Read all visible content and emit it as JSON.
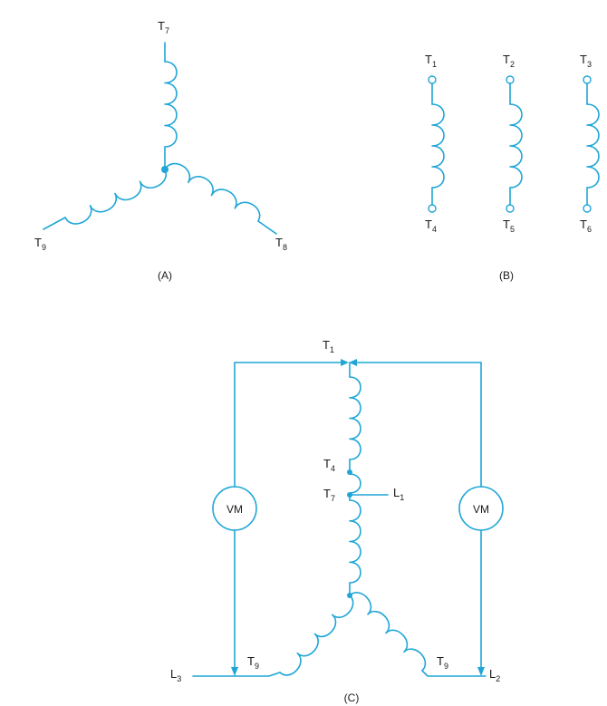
{
  "colors": {
    "wire": "#1fa6d6",
    "text": "#1a1a1a",
    "background": "#ffffff"
  },
  "diagram_a": {
    "caption": "(A)",
    "t7": {
      "main": "T",
      "sub": "7"
    },
    "t8": {
      "main": "T",
      "sub": "8"
    },
    "t9": {
      "main": "T",
      "sub": "9"
    }
  },
  "diagram_b": {
    "caption": "(B)",
    "t1": {
      "main": "T",
      "sub": "1"
    },
    "t2": {
      "main": "T",
      "sub": "2"
    },
    "t3": {
      "main": "T",
      "sub": "3"
    },
    "t4": {
      "main": "T",
      "sub": "4"
    },
    "t5": {
      "main": "T",
      "sub": "5"
    },
    "t6": {
      "main": "T",
      "sub": "6"
    }
  },
  "diagram_c": {
    "caption": "(C)",
    "t1": {
      "main": "T",
      "sub": "1"
    },
    "t4": {
      "main": "T",
      "sub": "4"
    },
    "t7": {
      "main": "T",
      "sub": "7"
    },
    "t9_left": {
      "main": "T",
      "sub": "9"
    },
    "t9_right": {
      "main": "T",
      "sub": "9"
    },
    "l1": {
      "main": "L",
      "sub": "1"
    },
    "l2": {
      "main": "L",
      "sub": "2"
    },
    "l3": {
      "main": "L",
      "sub": "3"
    },
    "vm_left": "VM",
    "vm_right": "VM"
  }
}
